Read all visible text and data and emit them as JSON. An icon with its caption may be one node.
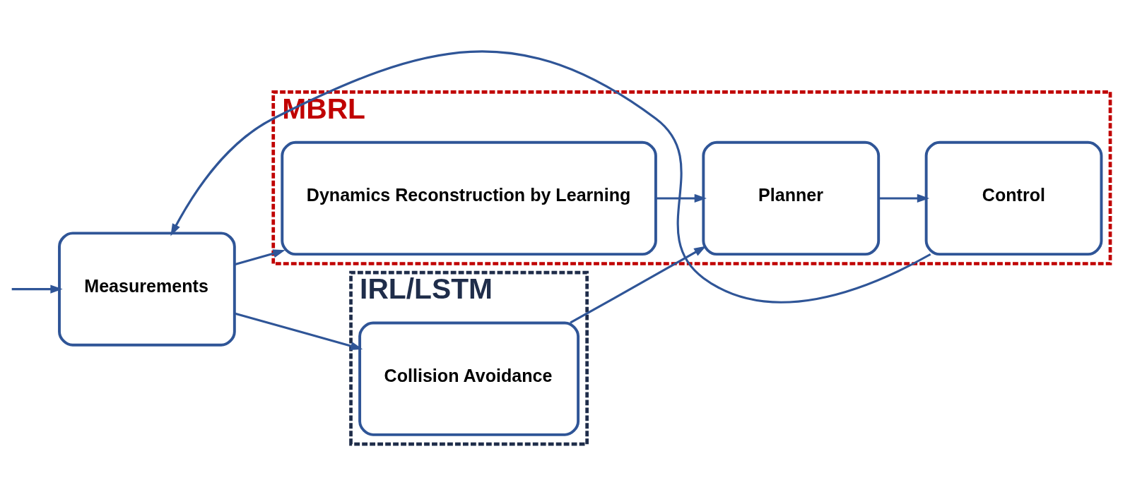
{
  "diagram": {
    "nodes": [
      {
        "text": [
          "MBRL"
        ]
      },
      {
        "text": [
          "Measurements"
        ]
      },
      {
        "text": [
          "Dynamics Reconstruction by Learning"
        ],
        "in": 0
      },
      {
        "text": [
          "Planner"
        ],
        "in": 0
      },
      {
        "text": [
          "Control"
        ],
        "in": 0
      },
      {
        "text": [
          "IRL/LSTM"
        ]
      },
      {
        "text": [
          "Collision Avoidance"
        ],
        "in": 5
      }
    ],
    "edges": [
      {
        "from": null,
        "to": 1,
        "arrow": "to"
      },
      {
        "from": 1,
        "to": 2,
        "arrow": "to"
      },
      {
        "from": 2,
        "to": 3,
        "arrow": "to"
      },
      {
        "from": 3,
        "to": 4,
        "arrow": "to"
      },
      {
        "from": 1,
        "to": 6,
        "arrow": "to"
      },
      {
        "from": 6,
        "to": 3,
        "arrow": "to"
      },
      {
        "from": 4,
        "to": 1,
        "arrow": "to"
      }
    ]
  }
}
